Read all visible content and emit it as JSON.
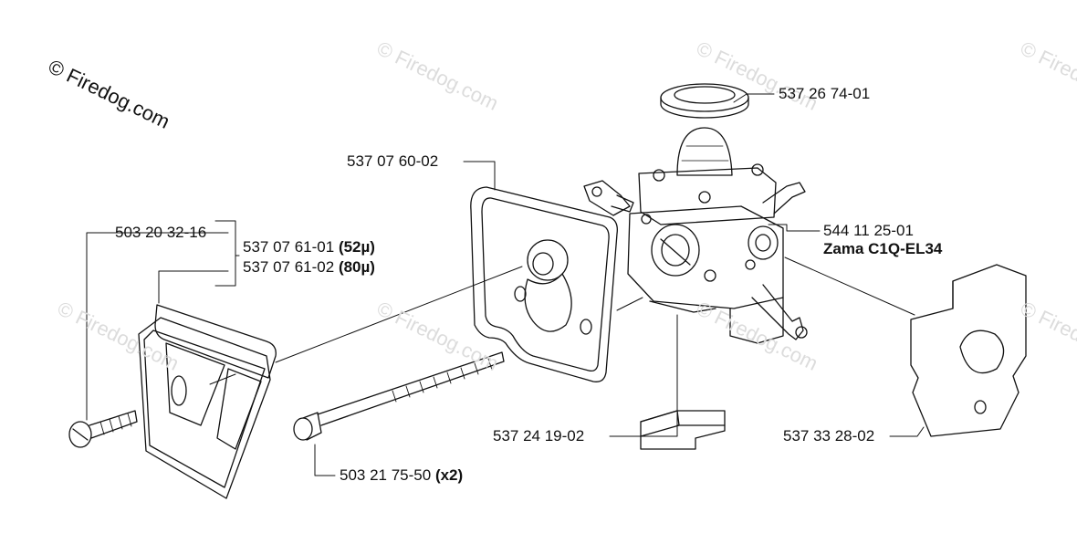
{
  "copyright": "© Firedog.com",
  "watermark": "© Firedog.com",
  "parts": {
    "seal_ring": "537 26 74-01",
    "gasket": "537 07 60-02",
    "carburetor_number": "544 11 25-01",
    "carburetor_model": "Zama C1Q-EL34",
    "screw": "503 20 32-16",
    "filter_a": "537 07 61-01",
    "filter_a_spec": "(52µ)",
    "filter_b": "537 07 61-02",
    "filter_b_spec": "(80µ)",
    "block": "537 24 19-02",
    "plate": "537 33 28-02",
    "bolt": "503 21 75-50",
    "bolt_qty": "(x2)"
  }
}
